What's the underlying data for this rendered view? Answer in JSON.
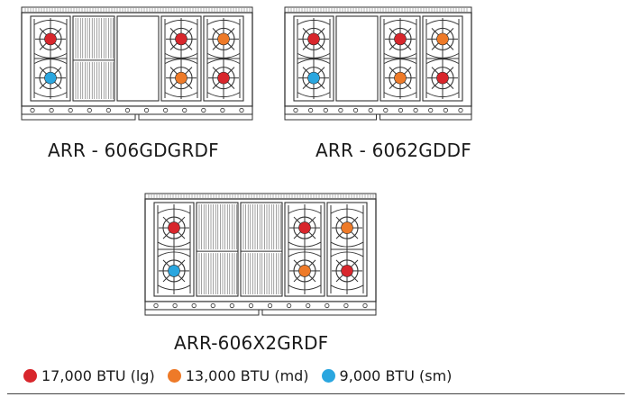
{
  "colors": {
    "large": "#d8262c",
    "medium": "#ee7a28",
    "small": "#2aa6df",
    "outline": "#333333"
  },
  "ranges": [
    {
      "model": "ARR - 606GDGRDF",
      "sections": [
        {
          "type": "burners",
          "burners": [
            "large",
            "small"
          ]
        },
        {
          "type": "griddle"
        },
        {
          "type": "plate"
        },
        {
          "type": "burners",
          "burners": [
            "large",
            "medium"
          ]
        },
        {
          "type": "burners",
          "burners": [
            "medium",
            "large"
          ]
        }
      ]
    },
    {
      "model": "ARR - 6062GDDF",
      "sections": [
        {
          "type": "burners",
          "burners": [
            "large",
            "small"
          ]
        },
        {
          "type": "plate"
        },
        {
          "type": "burners",
          "burners": [
            "large",
            "medium"
          ]
        },
        {
          "type": "burners",
          "burners": [
            "medium",
            "large"
          ]
        }
      ]
    },
    {
      "model": "ARR-606X2GRDF",
      "sections": [
        {
          "type": "burners",
          "burners": [
            "large",
            "small"
          ]
        },
        {
          "type": "griddle"
        },
        {
          "type": "griddle"
        },
        {
          "type": "burners",
          "burners": [
            "large",
            "medium"
          ]
        },
        {
          "type": "burners",
          "burners": [
            "medium",
            "large"
          ]
        }
      ]
    }
  ],
  "legend": [
    {
      "size": "large",
      "label": "17,000 BTU (lg)"
    },
    {
      "size": "medium",
      "label": "13,000 BTU (md)"
    },
    {
      "size": "small",
      "label": "9,000 BTU (sm)"
    }
  ]
}
